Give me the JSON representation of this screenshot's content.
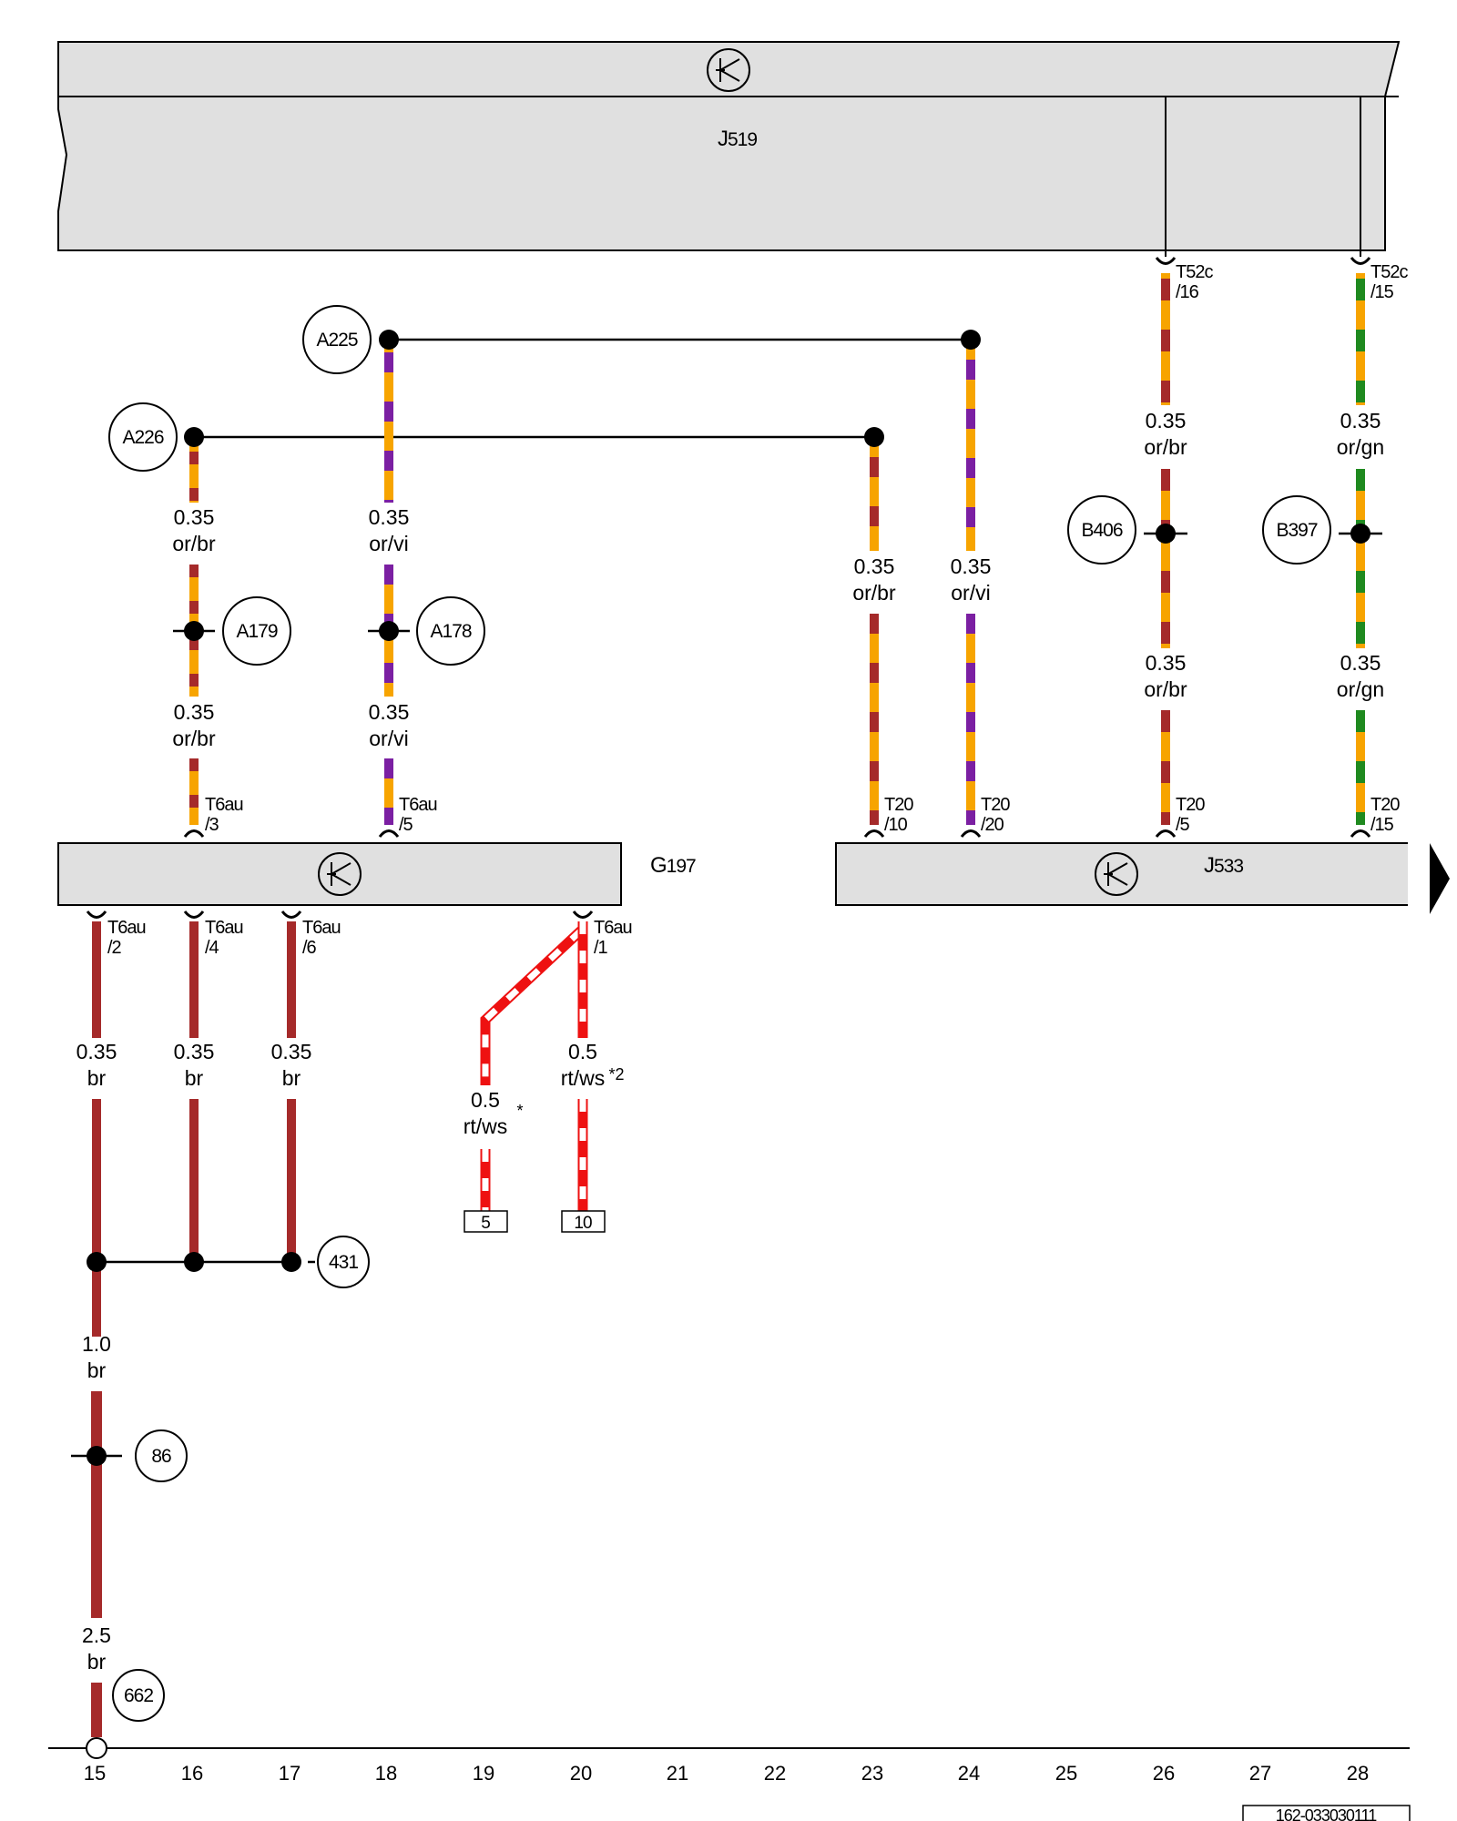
{
  "components": {
    "J519": {
      "letter": "J",
      "num": "519"
    },
    "G197": {
      "letter": "G",
      "num": "197"
    },
    "J533": {
      "letter": "J",
      "num": "533"
    }
  },
  "pins": {
    "J519_T52c_16": {
      "a": "T52c",
      "b": "/16"
    },
    "J519_T52c_15": {
      "a": "T52c",
      "b": "/15"
    },
    "G197_T6au_3": {
      "a": "T6au",
      "b": "/3"
    },
    "G197_T6au_5": {
      "a": "T6au",
      "b": "/5"
    },
    "G197_T6au_2": {
      "a": "T6au",
      "b": "/2"
    },
    "G197_T6au_4": {
      "a": "T6au",
      "b": "/4"
    },
    "G197_T6au_6": {
      "a": "T6au",
      "b": "/6"
    },
    "G197_T6au_1": {
      "a": "T6au",
      "b": "/1"
    },
    "J533_T20_10": {
      "a": "T20",
      "b": "/10"
    },
    "J533_T20_20": {
      "a": "T20",
      "b": "/20"
    },
    "J533_T20_5": {
      "a": "T20",
      "b": "/5"
    },
    "J533_T20_15": {
      "a": "T20",
      "b": "/15"
    }
  },
  "wires": [
    {
      "size": "0.35",
      "color": "or/br"
    },
    {
      "size": "0.35",
      "color": "or/vi"
    },
    {
      "size": "0.35",
      "color": "or/br"
    },
    {
      "size": "0.35",
      "color": "or/vi"
    },
    {
      "size": "0.35",
      "color": "or/br"
    },
    {
      "size": "0.35",
      "color": "or/vi"
    },
    {
      "size": "0.35",
      "color": "or/br"
    },
    {
      "size": "0.35",
      "color": "or/gn"
    },
    {
      "size": "0.35",
      "color": "or/br"
    },
    {
      "size": "0.35",
      "color": "or/gn"
    },
    {
      "size": "0.35",
      "color": "br"
    },
    {
      "size": "0.35",
      "color": "br"
    },
    {
      "size": "0.35",
      "color": "br"
    },
    {
      "size": "0.5",
      "color": "rt/ws",
      "note": "*2"
    },
    {
      "size": "0.5",
      "color": "rt/ws",
      "note": "*"
    },
    {
      "size": "1.0",
      "color": "br"
    },
    {
      "size": "2.5",
      "color": "br"
    }
  ],
  "connections": [
    "A225",
    "A226",
    "A179",
    "A178",
    "B406",
    "B397",
    "431",
    "86",
    "662"
  ],
  "references": [
    "5",
    "10"
  ],
  "columns": [
    "15",
    "16",
    "17",
    "18",
    "19",
    "20",
    "21",
    "22",
    "23",
    "24",
    "25",
    "26",
    "27",
    "28"
  ],
  "doc_id": "162-033030111",
  "wire_colors": {
    "or": "#f7a400",
    "br": "#a52a2a",
    "vi": "#7b1fa2",
    "gn": "#1f8a1f",
    "rt": "#ee1111",
    "ws": "#ffffff"
  }
}
